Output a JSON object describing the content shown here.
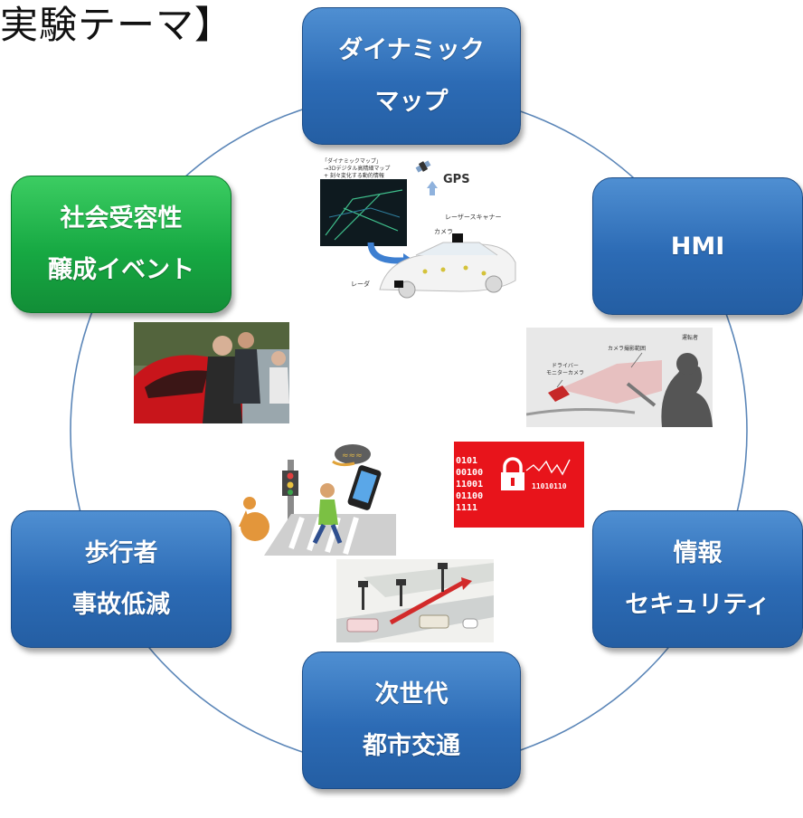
{
  "title": "実験テーマ】",
  "nodes": {
    "dynamic_map": {
      "line1": "ダイナミック",
      "line2": "マップ"
    },
    "hmi": {
      "line1": "HMI"
    },
    "security": {
      "line1": "情報",
      "line2": "セキュリティ"
    },
    "urban_transport": {
      "line1": "次世代",
      "line2": "都市交通"
    },
    "pedestrian": {
      "line1": "歩行者",
      "line2": "事故低減"
    },
    "social_acceptance": {
      "line1": "社会受容性",
      "line2": "醸成イベント"
    }
  },
  "images": {
    "dynamic_map": {
      "gps": "GPS",
      "laser": "レーザースキャナー",
      "camera": "カメラ",
      "radar": "レーダ",
      "map_caption_1": "「ダイナミックマップ」",
      "map_caption_2": "→3Dデジタル高精細マップ",
      "map_caption_3": "+ 刻々変化する動的情報"
    },
    "hmi": {
      "camera_range": "カメラ撮影範囲",
      "driver": "運転者",
      "monitor_1": "ドライバー",
      "monitor_2": "モニターカメラ"
    },
    "security": {
      "bits_1": "0101",
      "bits_2": "00100",
      "bits_3": "11001",
      "bits_4": "01100",
      "bits_5": "1111",
      "bits_right": "11010110"
    }
  },
  "colors": {
    "node_blue": "#2c6bb5",
    "node_green": "#17a943",
    "ring": "#5b86b8",
    "security_red": "#e8141b"
  }
}
